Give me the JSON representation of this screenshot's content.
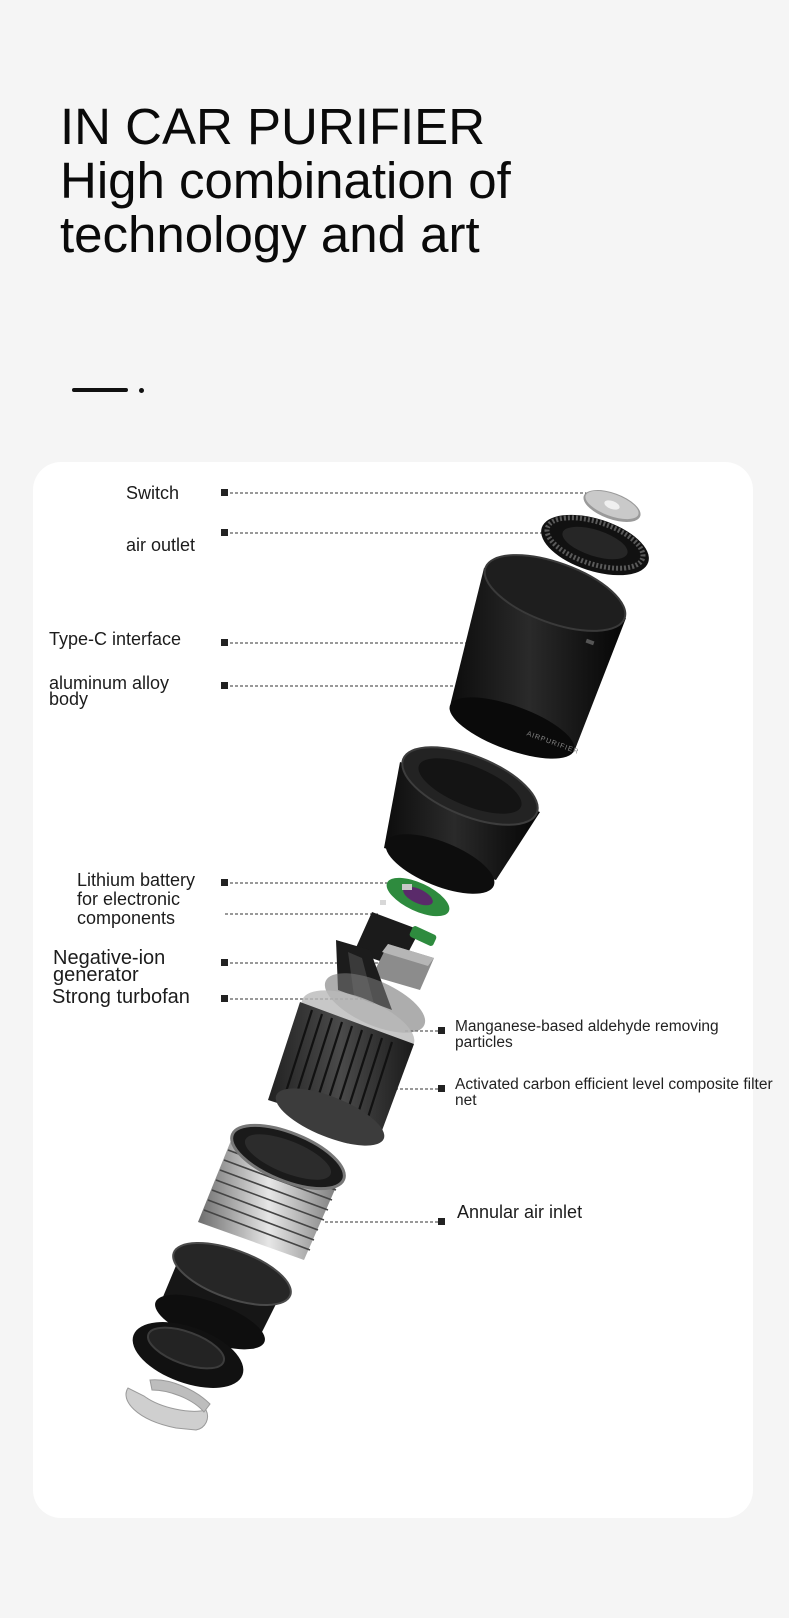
{
  "headline": {
    "line1": "IN CAR PURIFIER",
    "line2": "High combination of",
    "line3": "technology and art"
  },
  "labels": {
    "switch": "Switch",
    "air_outlet": "air outlet",
    "type_c": "Type-C interface",
    "aluminum_1": "aluminum alloy",
    "aluminum_2": "body",
    "lithium_1": "Lithium battery",
    "lithium_2": "for electronic",
    "lithium_3": "components",
    "negative_1": "Negative-ion",
    "negative_2": "generator",
    "turbofan": "Strong turbofan",
    "manganese_1": "Manganese-based aldehyde removing",
    "manganese_2": "particles",
    "carbon_1": "Activated carbon efficient level composite filter",
    "carbon_2": "net",
    "annular": "Annular air inlet"
  },
  "colors": {
    "page_bg": "#f5f5f5",
    "card_bg": "#ffffff",
    "part_dark": "#1a1a1a",
    "pcb_green": "#2e8b3e"
  },
  "product_text": "AIRPURIFIER"
}
